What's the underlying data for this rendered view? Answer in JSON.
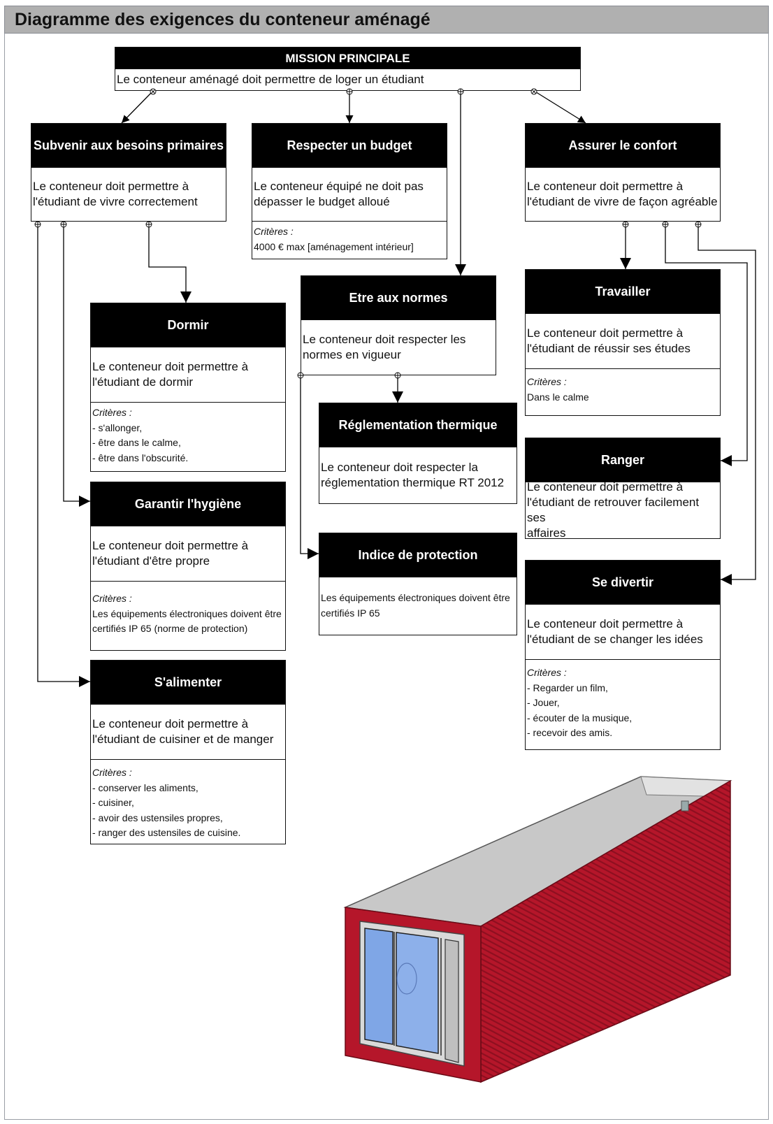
{
  "title": "Diagramme des exigences du conteneur aménagé",
  "mission": {
    "header": "MISSION PRINCIPALE",
    "text": "Le conteneur aménagé doit permettre de loger un étudiant"
  },
  "criteria_label": "Critères :",
  "requirements": {
    "besoins": {
      "header": "Subvenir aux besoins primaires",
      "text": [
        "Le conteneur doit permettre à",
        "l'étudiant de vivre correctement"
      ]
    },
    "budget": {
      "header": "Respecter un budget",
      "text": [
        "Le conteneur équipé ne doit pas",
        "dépasser le budget alloué"
      ],
      "criteria": [
        "4000 € max [aménagement intérieur]"
      ]
    },
    "confort": {
      "header": "Assurer le confort",
      "text": [
        "Le conteneur doit permettre à",
        "l'étudiant de vivre de façon agréable"
      ]
    },
    "normes": {
      "header": "Etre aux normes",
      "text": [
        "Le conteneur doit respecter les",
        "normes en vigueur"
      ]
    },
    "dormir": {
      "header": "Dormir",
      "text": [
        "Le conteneur doit permettre à",
        "l'étudiant de dormir"
      ],
      "criteria": [
        "- s'allonger,",
        "- être dans le calme,",
        "- être dans l'obscurité."
      ]
    },
    "hygiene": {
      "header": "Garantir l'hygiène",
      "text": [
        "Le conteneur doit permettre à",
        "l'étudiant d'être propre"
      ],
      "criteria": [
        "Les équipements électroniques doivent être",
        "certifiés IP 65 (norme de protection)"
      ]
    },
    "alimenter": {
      "header": "S'alimenter",
      "text": [
        "Le conteneur doit permettre à",
        "l'étudiant de cuisiner et de manger"
      ],
      "criteria": [
        "- conserver les aliments,",
        "- cuisiner,",
        "- avoir des ustensiles propres,",
        "- ranger des ustensiles de cuisine."
      ]
    },
    "thermique": {
      "header": "Réglementation thermique",
      "text": [
        "Le conteneur doit respecter la",
        "réglementation thermique RT 2012"
      ]
    },
    "protection": {
      "header": "Indice de protection",
      "text": [
        "Les équipements électroniques doivent être",
        "certifiés IP 65"
      ]
    },
    "travailler": {
      "header": "Travailler",
      "text": [
        "Le conteneur doit permettre à",
        "l'étudiant de réussir ses études"
      ],
      "criteria": [
        "Dans le calme"
      ]
    },
    "ranger": {
      "header": "Ranger",
      "text": [
        "Le conteneur doit permettre à",
        "l'étudiant de retrouver facilement ses",
        "affaires"
      ]
    },
    "divertir": {
      "header": "Se divertir",
      "text": [
        "Le conteneur doit permettre à",
        "l'étudiant de se changer les idées"
      ],
      "criteria": [
        "- Regarder un film,",
        "- Jouer,",
        "- écouter de la musique,",
        "- recevoir des amis."
      ]
    }
  },
  "colors": {
    "title_bar": "#b0b0b0",
    "header_fill": "#000000",
    "container_red": "#b5162a",
    "glass_blue": "#7fa6e6"
  }
}
